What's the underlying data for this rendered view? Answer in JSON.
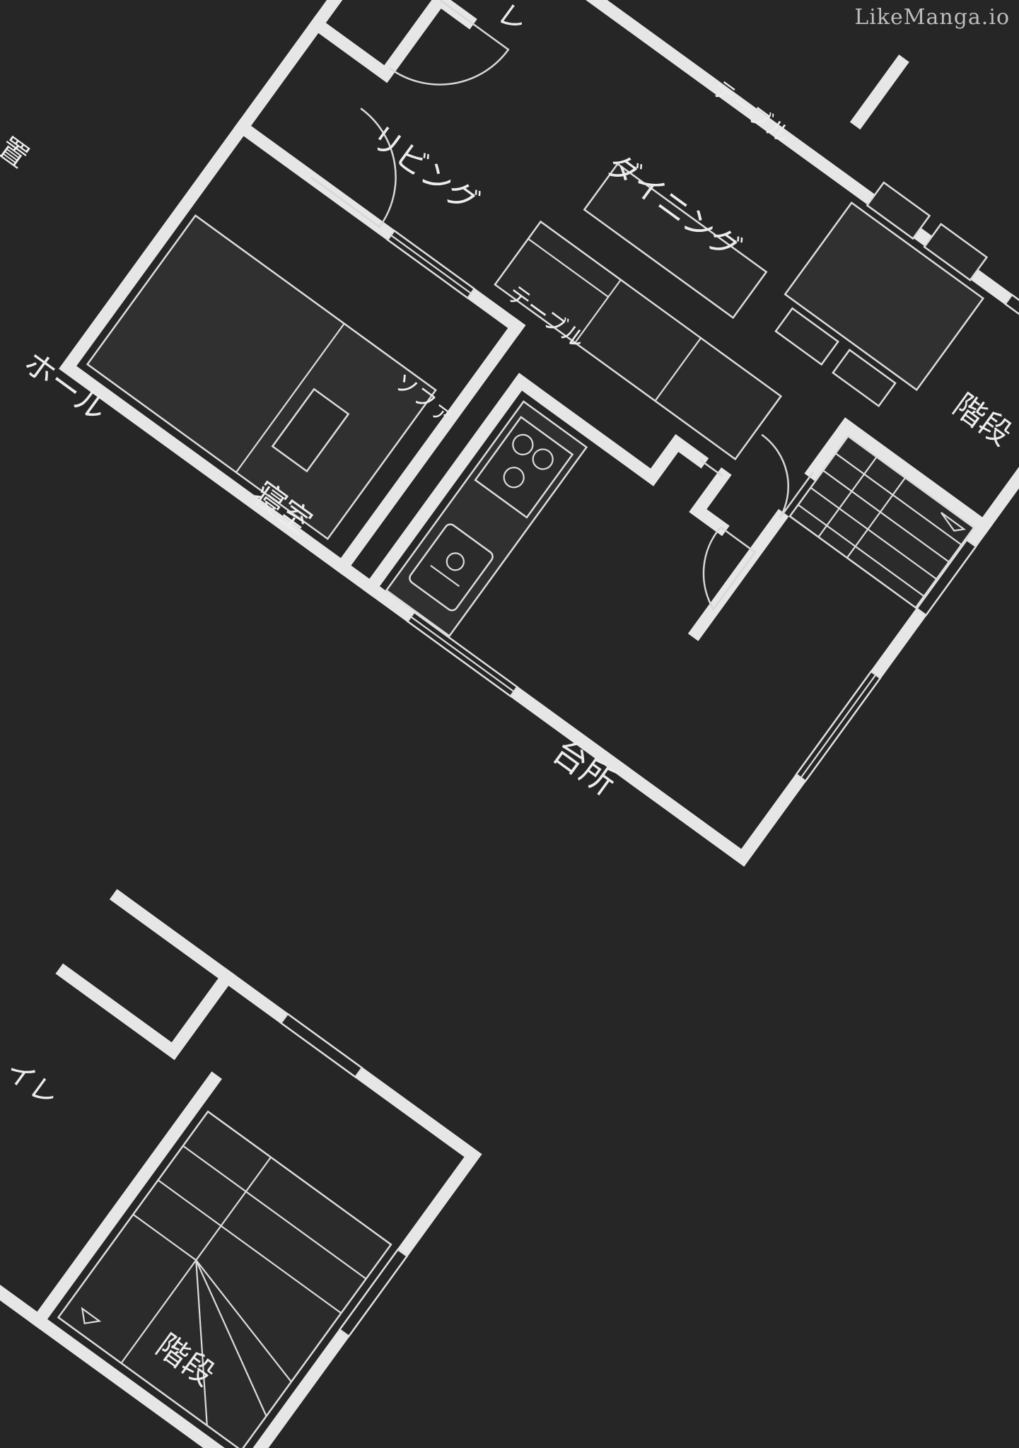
{
  "watermark": "LikeManga.io",
  "rooms": {
    "living": "リビング",
    "dining": "ダイニング",
    "table_dining": "テーブル",
    "table_living": "テーブル",
    "sofa": "ソファ",
    "hall": "ホール",
    "bedroom": "寝室",
    "kitchen": "台所",
    "stairs_upper": "階段",
    "stairs_lower": "階段",
    "storage_partial": "置",
    "toilet_partial_top": "レ",
    "toilet_partial_bottom": "イレ"
  }
}
